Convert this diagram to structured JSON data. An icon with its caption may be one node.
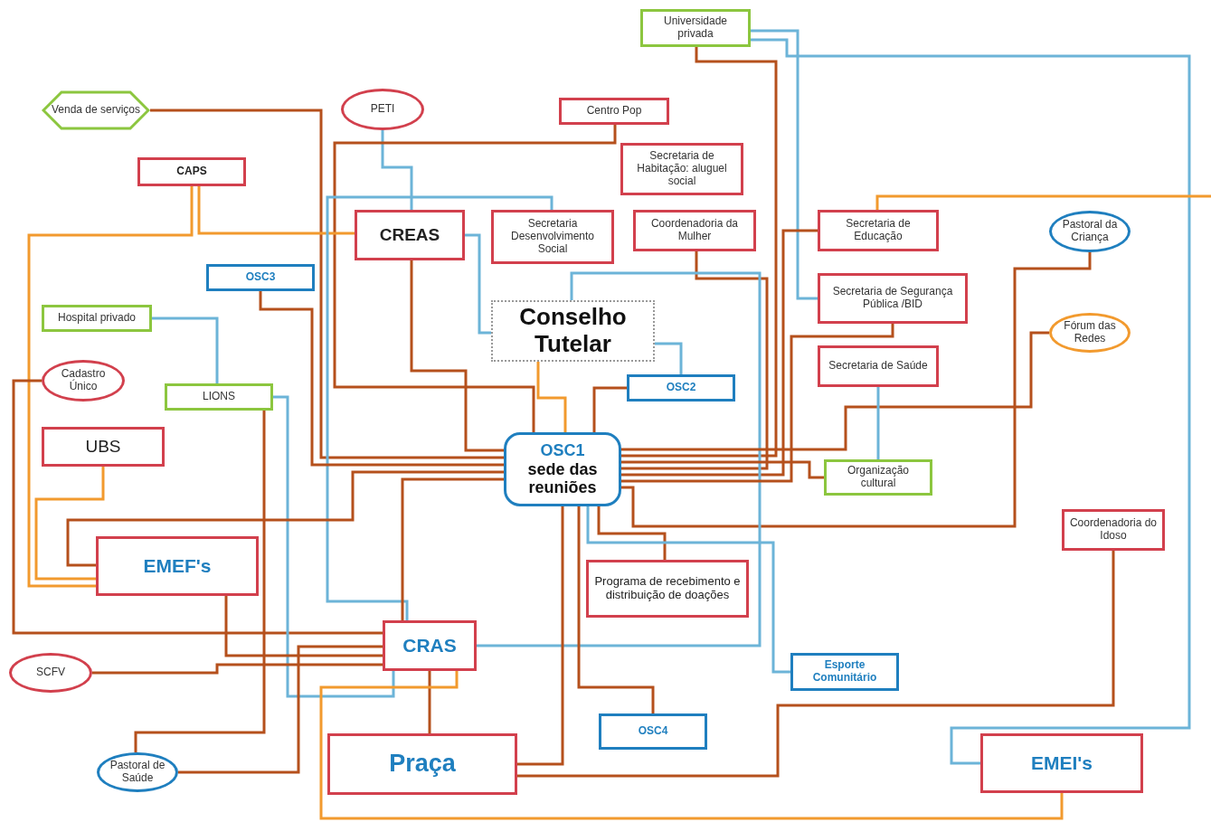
{
  "diagram": {
    "nodes": [
      {
        "text": [
          "Universidade privada"
        ]
      },
      {
        "text": [
          "Venda de serviços"
        ]
      },
      {
        "text": [
          "PETI"
        ]
      },
      {
        "text": [
          "Centro Pop"
        ]
      },
      {
        "text": [
          "CAPS"
        ]
      },
      {
        "text": [
          "Secretaria de Habitação: aluguel social"
        ]
      },
      {
        "text": [
          "CREAS"
        ]
      },
      {
        "text": [
          "Secretaria Desenvolvimento Social"
        ]
      },
      {
        "text": [
          "Coordenadoria da Mulher"
        ]
      },
      {
        "text": [
          "Secretaria de Educação"
        ]
      },
      {
        "text": [
          "Pastoral da Criança"
        ]
      },
      {
        "text": [
          "OSC3"
        ]
      },
      {
        "text": [
          "Hospital privado"
        ]
      },
      {
        "text": [
          "Conselho Tutelar"
        ]
      },
      {
        "text": [
          "Secretaria de Segurança Pública /BID"
        ]
      },
      {
        "text": [
          "Fórum das Redes"
        ]
      },
      {
        "text": [
          "Cadastro Único"
        ]
      },
      {
        "text": [
          "Secretaria de Saúde"
        ]
      },
      {
        "text": [
          "LIONS"
        ]
      },
      {
        "text": [
          "OSC2"
        ]
      },
      {
        "text": [
          "UBS"
        ]
      },
      {
        "text": [
          "OSC1",
          "sede das reuniões"
        ]
      },
      {
        "text": [
          "Organização cultural"
        ]
      },
      {
        "text": [
          "Coordenadoria do Idoso"
        ]
      },
      {
        "text": [
          "EMEF's"
        ]
      },
      {
        "text": [
          "Programa de recebimento e distribuição de doações"
        ]
      },
      {
        "text": [
          "CRAS"
        ]
      },
      {
        "text": [
          "SCFV"
        ]
      },
      {
        "text": [
          "Esporte Comunitário"
        ]
      },
      {
        "text": [
          "OSC4"
        ]
      },
      {
        "text": [
          "Pastoral de Saúde"
        ]
      },
      {
        "text": [
          "Praça"
        ]
      },
      {
        "text": [
          "EMEI's"
        ]
      }
    ],
    "edges": [
      {
        "from": 0,
        "to": 21,
        "arrow": "none"
      },
      {
        "from": 0,
        "to": 14,
        "arrow": "none",
        "color": "#6cb4d8"
      },
      {
        "from": 0,
        "to": 32,
        "arrow": "none",
        "color": "#6cb4d8"
      },
      {
        "from": 1,
        "to": 21,
        "arrow": "none"
      },
      {
        "from": 2,
        "to": 6,
        "arrow": "none",
        "color": "#6cb4d8"
      },
      {
        "from": 3,
        "to": 21,
        "arrow": "none"
      },
      {
        "from": 4,
        "to": 24,
        "arrow": "none",
        "color": "#f29a2e"
      },
      {
        "from": 4,
        "to": 6,
        "arrow": "none",
        "color": "#f29a2e"
      },
      {
        "from": 7,
        "to": 26,
        "arrow": "none",
        "color": "#6cb4d8"
      },
      {
        "from": 6,
        "to": 13,
        "arrow": "none",
        "color": "#6cb4d8"
      },
      {
        "from": 6,
        "to": 21,
        "arrow": "none"
      },
      {
        "from": 8,
        "to": 21,
        "arrow": "none"
      },
      {
        "from": 9,
        "to": null,
        "arrow": "none",
        "color": "#f29a2e"
      },
      {
        "from": 9,
        "to": 21,
        "arrow": "none"
      },
      {
        "from": 10,
        "to": 21,
        "arrow": "none"
      },
      {
        "from": 11,
        "to": 21,
        "arrow": "none"
      },
      {
        "from": 12,
        "to": 18,
        "arrow": "none",
        "color": "#6cb4d8"
      },
      {
        "from": 13,
        "to": 21,
        "arrow": "none",
        "color": "#f29a2e"
      },
      {
        "from": 13,
        "to": 19,
        "arrow": "none",
        "color": "#6cb4d8"
      },
      {
        "from": 13,
        "to": 26,
        "arrow": "none",
        "color": "#6cb4d8"
      },
      {
        "from": 14,
        "to": 21,
        "arrow": "none"
      },
      {
        "from": 15,
        "to": 21,
        "arrow": "none"
      },
      {
        "from": 16,
        "to": 26,
        "arrow": "none"
      },
      {
        "from": 17,
        "to": 22,
        "arrow": "none",
        "color": "#6cb4d8"
      },
      {
        "from": 18,
        "to": 26,
        "arrow": "none",
        "color": "#6cb4d8"
      },
      {
        "from": 19,
        "to": 21,
        "arrow": "none"
      },
      {
        "from": 20,
        "to": 24,
        "arrow": "none",
        "color": "#f29a2e"
      },
      {
        "from": 21,
        "to": 25,
        "arrow": "none"
      },
      {
        "from": 21,
        "to": 29,
        "arrow": "none"
      },
      {
        "from": 21,
        "to": 31,
        "arrow": "none"
      },
      {
        "from": 21,
        "to": 24,
        "arrow": "none"
      },
      {
        "from": 21,
        "to": 26,
        "arrow": "none"
      },
      {
        "from": 21,
        "to": 22,
        "arrow": "none"
      },
      {
        "from": 23,
        "to": 31,
        "arrow": "none"
      },
      {
        "from": 24,
        "to": 26,
        "arrow": "none"
      },
      {
        "from": 27,
        "to": 26,
        "arrow": "none"
      },
      {
        "from": 28,
        "to": 21,
        "arrow": "none",
        "color": "#6cb4d8"
      },
      {
        "from": 30,
        "to": 26,
        "arrow": "none"
      },
      {
        "from": 30,
        "to": 18,
        "arrow": "none"
      },
      {
        "from": 26,
        "to": 31,
        "arrow": "none"
      },
      {
        "from": 32,
        "to": 26,
        "arrow": "none",
        "color": "#f29a2e"
      }
    ]
  }
}
